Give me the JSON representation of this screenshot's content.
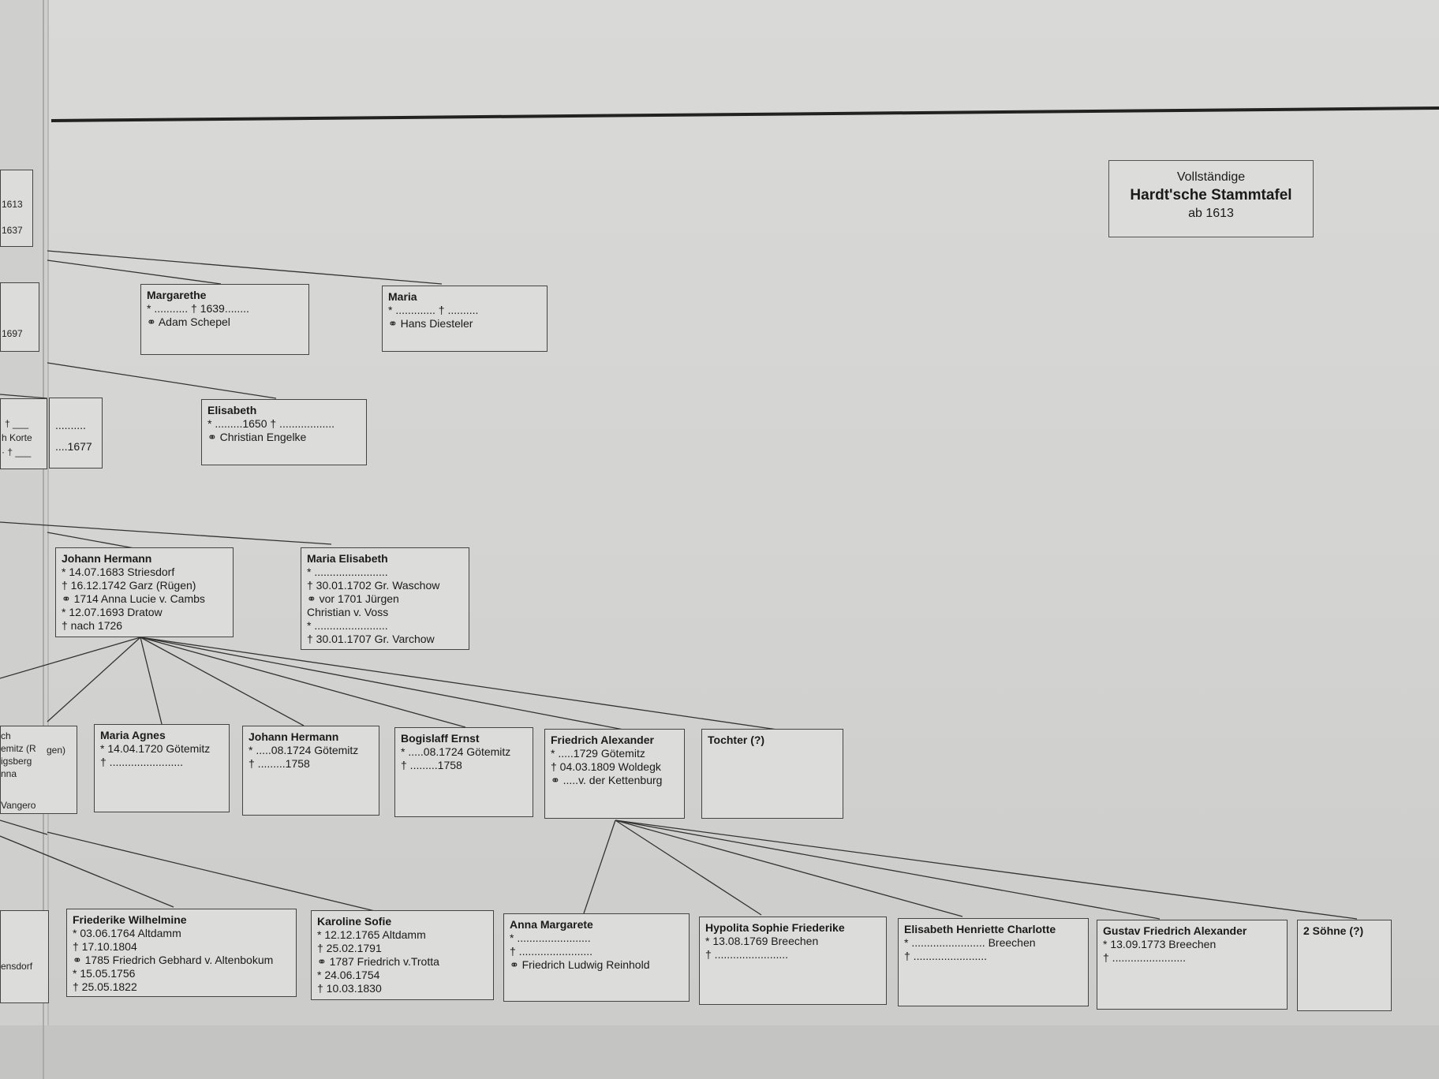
{
  "title_box": {
    "line1": "Vollständige",
    "line2": "Hardt'sche Stammtafel",
    "line3": "ab 1613"
  },
  "symbols": {
    "born": "*",
    "died": "†",
    "married": "⚭"
  },
  "left_fragments": [
    "1613",
    "1637",
    "1697",
    "† ___",
    "h Korte",
    "· † ___",
    "ch",
    "emitz (R",
    "igsberg",
    "nna",
    "Vangero",
    "gen)",
    "ensdorf"
  ],
  "gen1": [
    {
      "name": "Margarethe",
      "lines": [
        "* ........... † 1639........",
        "⚭ Adam Schepel"
      ]
    },
    {
      "name": "Maria",
      "lines": [
        "* ............. † ..........",
        "⚭ Hans Diesteler"
      ]
    }
  ],
  "gen2_fragment": {
    "lines": [
      "..........",
      "....1677"
    ]
  },
  "gen2": [
    {
      "name": "Elisabeth",
      "lines": [
        "* .........1650 † ..................",
        "⚭ Christian Engelke"
      ]
    }
  ],
  "gen3": [
    {
      "name": "Johann Hermann",
      "lines": [
        "* 14.07.1683 Striesdorf",
        "† 16.12.1742 Garz (Rügen)",
        "⚭ 1714 Anna Lucie v. Cambs",
        "* 12.07.1693 Dratow",
        "†          nach 1726"
      ]
    },
    {
      "name": "Maria Elisabeth",
      "lines": [
        "* ........................",
        "† 30.01.1702 Gr. Waschow",
        "⚭ vor 1701 Jürgen",
        "   Christian v. Voss",
        "* ........................",
        "† 30.01.1707 Gr. Varchow"
      ]
    }
  ],
  "gen4": [
    {
      "name": "Maria Agnes",
      "lines": [
        "* 14.04.1720 Götemitz",
        "† ........................"
      ]
    },
    {
      "name": "Johann Hermann",
      "lines": [
        "* .....08.1724 Götemitz",
        "† .........1758"
      ]
    },
    {
      "name": "Bogislaff Ernst",
      "lines": [
        "* .....08.1724 Götemitz",
        "† .........1758"
      ]
    },
    {
      "name": "Friedrich Alexander",
      "lines": [
        "* .....1729 Götemitz",
        "† 04.03.1809 Woldegk",
        "⚭ .....v. der Kettenburg"
      ]
    },
    {
      "name": "Tochter (?)",
      "lines": []
    }
  ],
  "gen5": [
    {
      "name": "Friederike Wilhelmine",
      "lines": [
        "* 03.06.1764 Altdamm",
        "† 17.10.1804",
        "⚭ 1785 Friedrich Gebhard v. Altenbokum",
        "* 15.05.1756",
        "† 25.05.1822"
      ]
    },
    {
      "name": "Karoline Sofie",
      "lines": [
        "* 12.12.1765 Altdamm",
        "† 25.02.1791",
        "⚭ 1787 Friedrich v.Trotta",
        "* 24.06.1754",
        "† 10.03.1830"
      ]
    },
    {
      "name": "Anna Margarete",
      "lines": [
        "* ........................",
        "† ........................",
        "⚭ Friedrich Ludwig Reinhold"
      ]
    },
    {
      "name": "Hypolita Sophie Friederike",
      "lines": [
        "* 13.08.1769 Breechen",
        "† ........................"
      ]
    },
    {
      "name": "Elisabeth Henriette Charlotte",
      "lines": [
        "* ........................ Breechen",
        "† ........................"
      ]
    },
    {
      "name": "Gustav Friedrich Alexander",
      "lines": [
        "* 13.09.1773 Breechen",
        "† ........................"
      ]
    },
    {
      "name": "2 Söhne (?)",
      "lines": []
    }
  ]
}
